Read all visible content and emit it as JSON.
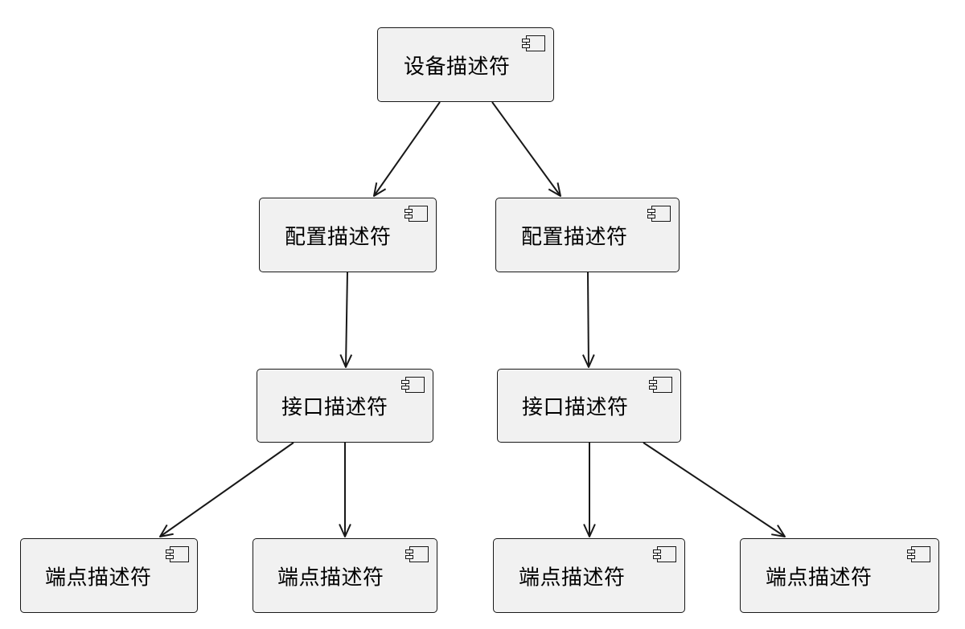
{
  "diagram": {
    "nodes": [
      {
        "id": "device",
        "label": "设备描述符",
        "icon": "component-icon"
      },
      {
        "id": "config1",
        "label": "配置描述符",
        "icon": "component-icon"
      },
      {
        "id": "config2",
        "label": "配置描述符",
        "icon": "component-icon"
      },
      {
        "id": "interface1",
        "label": "接口描述符",
        "icon": "component-icon"
      },
      {
        "id": "interface2",
        "label": "接口描述符",
        "icon": "component-icon"
      },
      {
        "id": "endpoint1",
        "label": "端点描述符",
        "icon": "component-icon"
      },
      {
        "id": "endpoint2",
        "label": "端点描述符",
        "icon": "component-icon"
      },
      {
        "id": "endpoint3",
        "label": "端点描述符",
        "icon": "component-icon"
      },
      {
        "id": "endpoint4",
        "label": "端点描述符",
        "icon": "component-icon"
      }
    ],
    "edges": [
      {
        "from": "device",
        "to": "config1"
      },
      {
        "from": "device",
        "to": "config2"
      },
      {
        "from": "config1",
        "to": "interface1"
      },
      {
        "from": "config2",
        "to": "interface2"
      },
      {
        "from": "interface1",
        "to": "endpoint1"
      },
      {
        "from": "interface1",
        "to": "endpoint2"
      },
      {
        "from": "interface2",
        "to": "endpoint3"
      },
      {
        "from": "interface2",
        "to": "endpoint4"
      }
    ],
    "colors": {
      "node_fill": "#f1f1f1",
      "stroke": "#181818",
      "text": "#000000"
    }
  }
}
